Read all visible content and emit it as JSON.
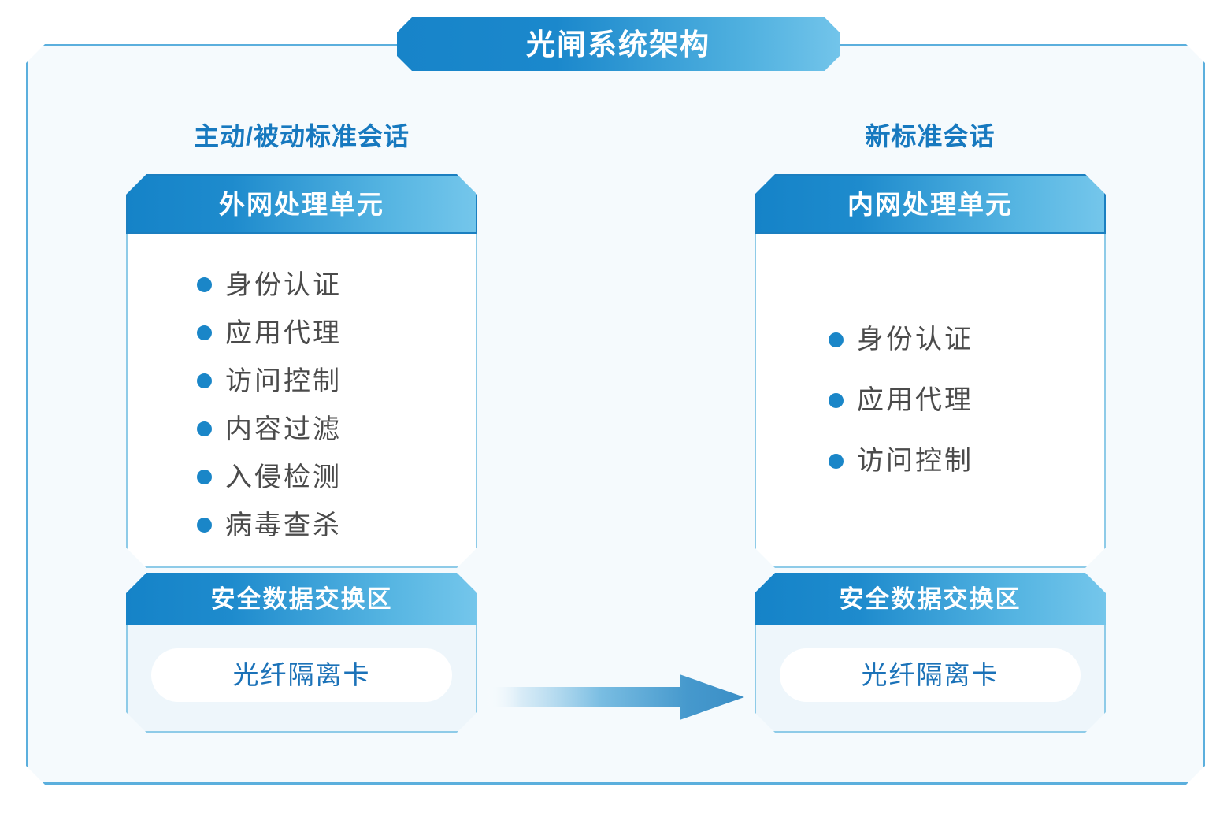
{
  "title": {
    "text": "光闸系统架构"
  },
  "colors": {
    "accent_dark": "#1583c8",
    "accent_light": "#74c6eb",
    "frame_border": "#5bafdd",
    "frame_fill": "#f5fafd",
    "bullet_dot": "#1a86c8",
    "bullet_text": "#4b4b4b",
    "column_title": "#1779bf",
    "iso_card_text": "#1b72b8",
    "exchange_body_fill": "#eef6fb"
  },
  "columns": [
    {
      "id": "left",
      "title": "主动/被动标准会话",
      "unit": {
        "header": "外网处理单元",
        "items": [
          "身份认证",
          "应用代理",
          "访问控制",
          "内容过滤",
          "入侵检测",
          "病毒查杀"
        ]
      },
      "exchange": {
        "header": "安全数据交换区",
        "card": "光纤隔离卡"
      }
    },
    {
      "id": "right",
      "title": "新标准会话",
      "unit": {
        "header": "内网处理单元",
        "items": [
          "身份认证",
          "应用代理",
          "访问控制"
        ]
      },
      "exchange": {
        "header": "安全数据交换区",
        "card": "光纤隔离卡"
      }
    }
  ],
  "connector": {
    "icon": "arrow-right-icon",
    "direction": "left-to-right",
    "from": "主动/被动标准会话",
    "to": "新标准会话"
  }
}
